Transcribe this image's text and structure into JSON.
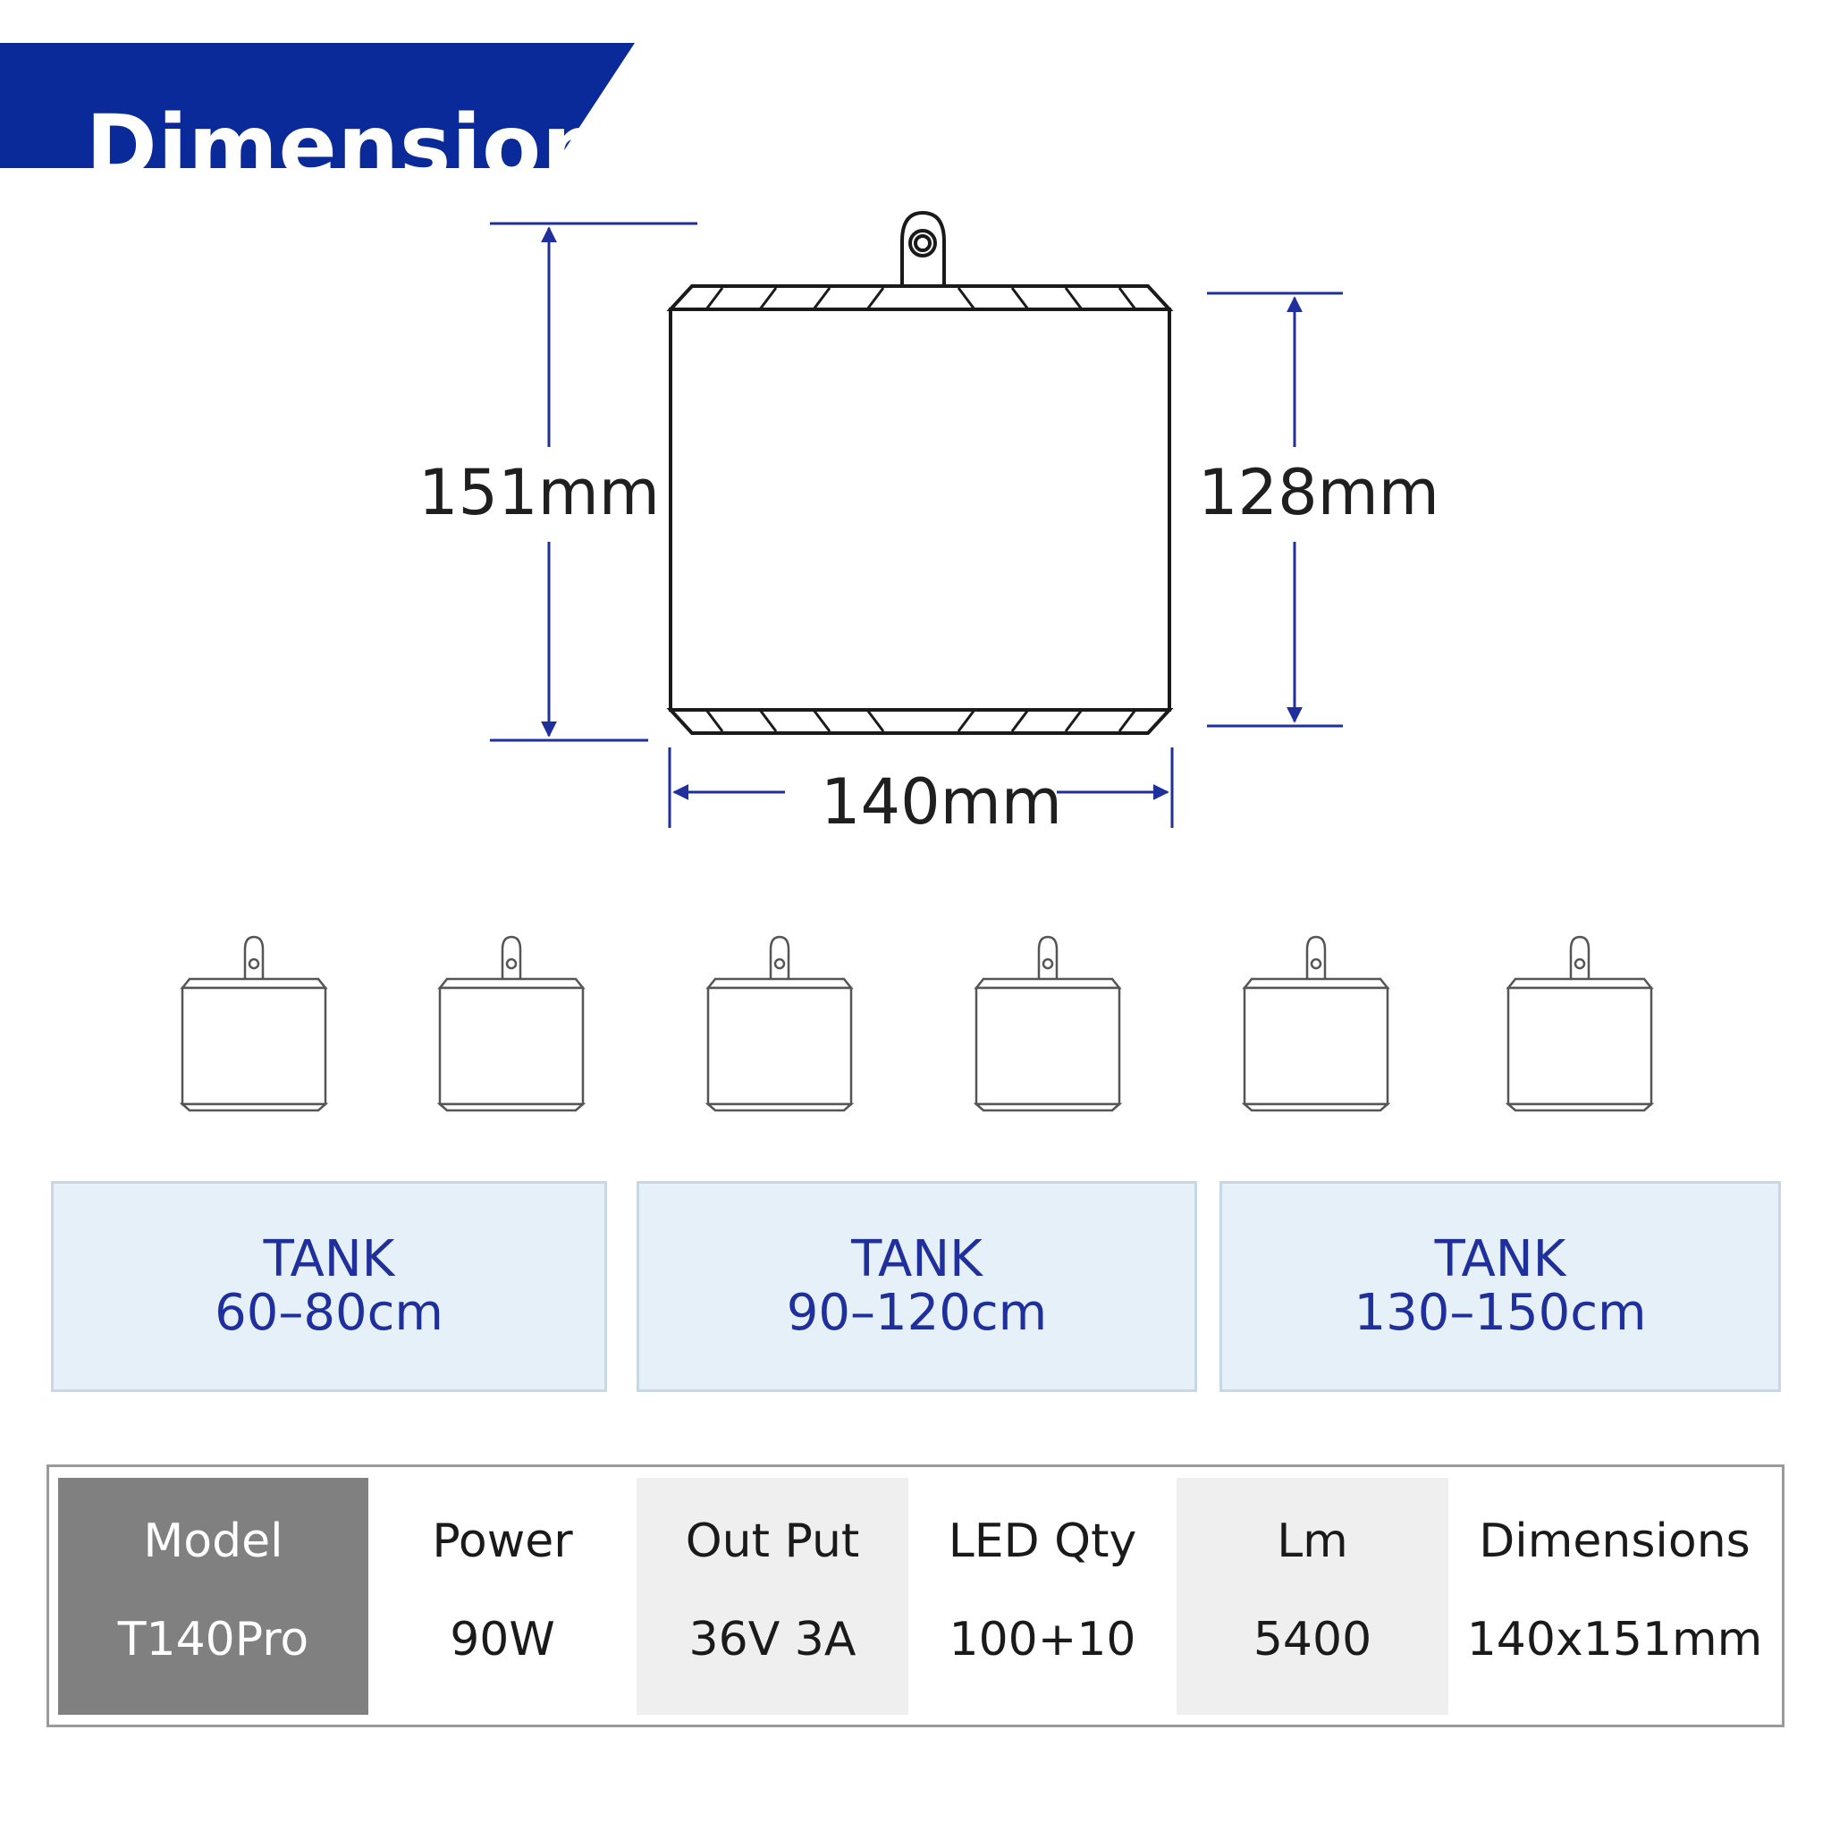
{
  "title": "Dimension",
  "colors": {
    "brand_blue": "#0b2a9a",
    "dimension_line": "#1f2f9c",
    "tank_bg": "#e6f0f9",
    "model_cell": "#808080"
  },
  "dimensions": {
    "height": "151mm",
    "body_height": "128mm",
    "width": "140mm"
  },
  "tanks": [
    {
      "label": "TANK",
      "range": "60–80cm"
    },
    {
      "label": "TANK",
      "range": "90–120cm"
    },
    {
      "label": "TANK",
      "range": "130–150cm"
    }
  ],
  "spec_table": {
    "columns": [
      {
        "header": "Model",
        "value": "T140Pro"
      },
      {
        "header": "Power",
        "value": "90W"
      },
      {
        "header": "Out Put",
        "value": "36V 3A"
      },
      {
        "header": "LED Qty",
        "value": "100+10"
      },
      {
        "header": "Lm",
        "value": "5400"
      },
      {
        "header": "Dimensions",
        "value": "140x151mm"
      }
    ]
  }
}
